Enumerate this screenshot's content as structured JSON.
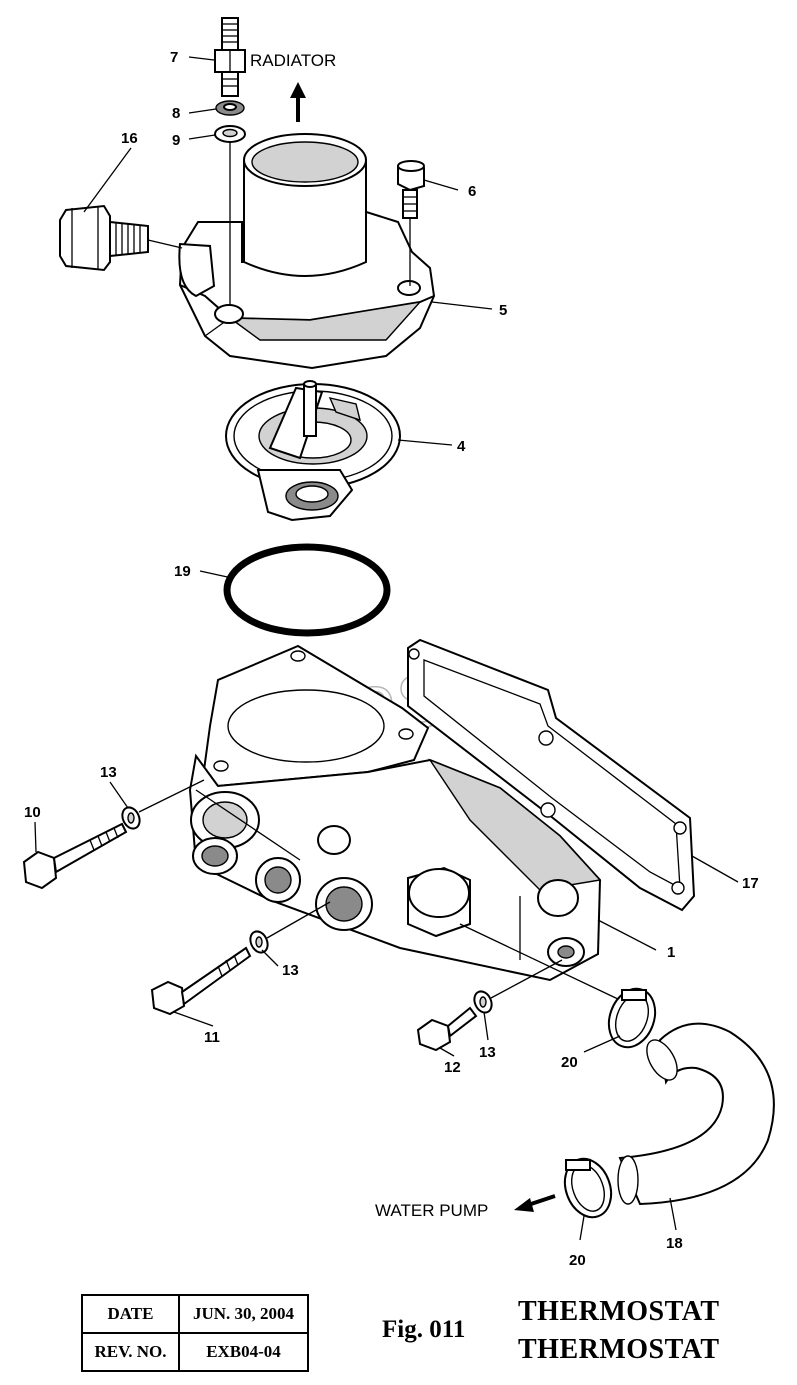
{
  "watermark": "AutoSoft",
  "directions": {
    "radiator": "RADIATOR",
    "water_pump": "WATER PUMP"
  },
  "callouts": [
    {
      "id": "c1",
      "label": "1"
    },
    {
      "id": "c4",
      "label": "4"
    },
    {
      "id": "c5",
      "label": "5"
    },
    {
      "id": "c6",
      "label": "6"
    },
    {
      "id": "c7",
      "label": "7"
    },
    {
      "id": "c8",
      "label": "8"
    },
    {
      "id": "c9",
      "label": "9"
    },
    {
      "id": "c10",
      "label": "10"
    },
    {
      "id": "c11",
      "label": "11"
    },
    {
      "id": "c12",
      "label": "12"
    },
    {
      "id": "c13a",
      "label": "13"
    },
    {
      "id": "c13b",
      "label": "13"
    },
    {
      "id": "c13c",
      "label": "13"
    },
    {
      "id": "c16",
      "label": "16"
    },
    {
      "id": "c17",
      "label": "17"
    },
    {
      "id": "c18",
      "label": "18"
    },
    {
      "id": "c19",
      "label": "19"
    },
    {
      "id": "c20a",
      "label": "20"
    },
    {
      "id": "c20b",
      "label": "20"
    }
  ],
  "title_block": {
    "date_label": "DATE",
    "date_value": "JUN. 30, 2004",
    "rev_label": "REV. NO.",
    "rev_value": "EXB04-04"
  },
  "figure_label": "Fig. 011",
  "title_line_1": "THERMOSTAT",
  "title_line_2": "THERMOSTAT"
}
